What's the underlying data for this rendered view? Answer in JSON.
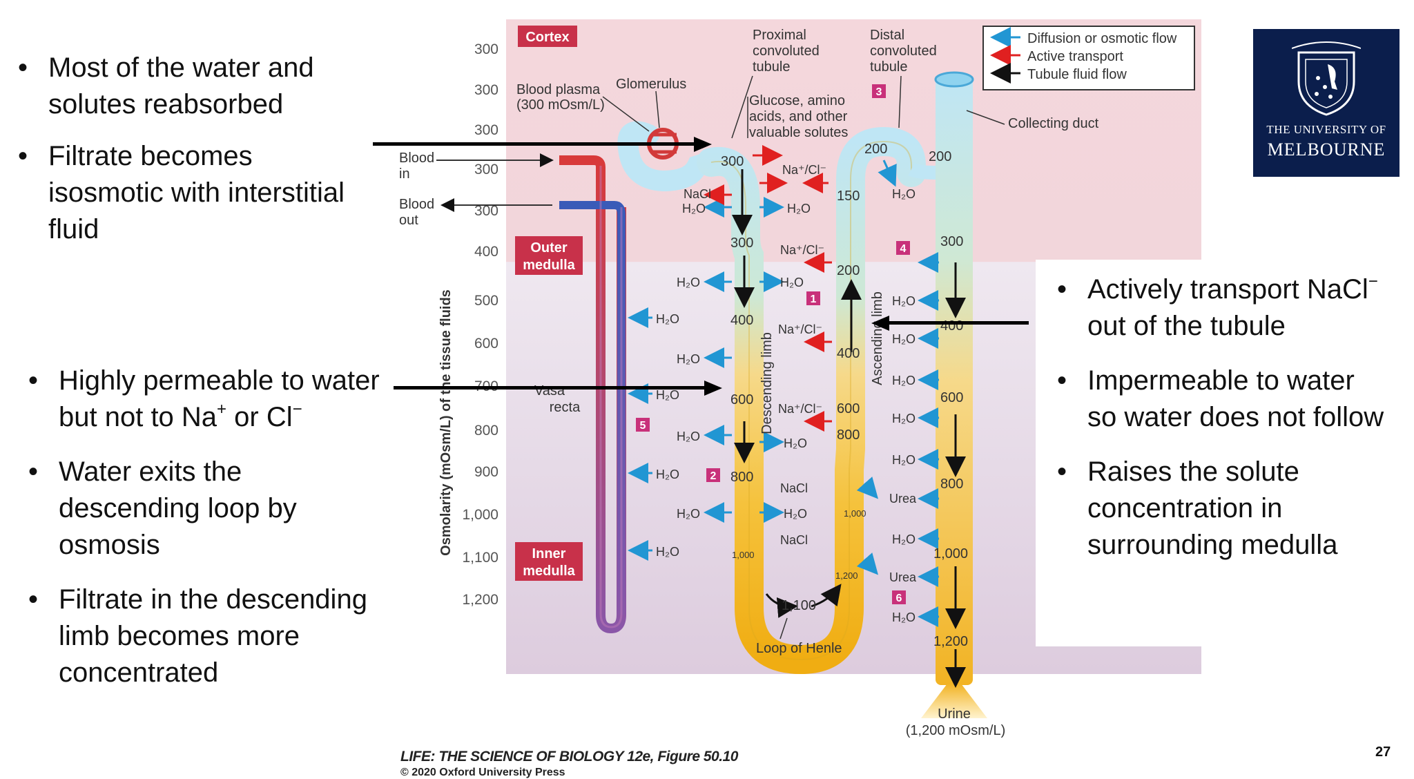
{
  "left_bullets_top": [
    "Most of the water and solutes reabsorbed",
    "Filtrate becomes isosmotic with interstitial fluid"
  ],
  "left_bullets_bottom": [
    "Highly permeable to water but not to Na+ or Cl−",
    "Water exits the descending loop by osmosis",
    "Filtrate in the descending limb becomes more concentrated"
  ],
  "right_bullets": [
    "Actively transport NaCl− out of the tubule",
    "Impermeable to water so water does not follow",
    "Raises the solute concentration in surrounding medulla"
  ],
  "figure": {
    "y_axis_label": "Osmolarity (mOsm/L) of the tissue fluids",
    "y_ticks": [
      "300",
      "300",
      "300",
      "300",
      "300",
      "400",
      "500",
      "600",
      "700",
      "800",
      "900",
      "1,000",
      "1,100",
      "1,200"
    ],
    "zones": {
      "cortex": "Cortex",
      "outer_medulla": "Outer medulla",
      "inner_medulla": "Inner medulla"
    },
    "legend": {
      "diffusion": "Diffusion or osmotic flow",
      "active": "Active transport",
      "tubule": "Tubule fluid flow"
    },
    "labels": {
      "blood_plasma": "Blood plasma (300 mOsm/L)",
      "glomerulus": "Glomerulus",
      "proximal": "Proximal convoluted tubule",
      "distal": "Distal convoluted tubule",
      "glucose": "Glucose, amino acids, and other valuable solutes",
      "collecting_duct": "Collecting duct",
      "blood_in": "Blood in",
      "blood_out": "Blood out",
      "vasa_recta": "Vasa recta",
      "descending": "Descending limb",
      "ascending": "Ascending limb",
      "loop": "Loop of Henle",
      "urine": "Urine (1,200 mOsm/L)"
    },
    "numbers": {
      "prox": "300",
      "desc1": "300",
      "desc2": "400",
      "desc3": "600",
      "desc4": "800",
      "desc5": "1,000",
      "bottom": "1,100",
      "asc1": "1,200",
      "asc2": "1,000",
      "asc3": "800",
      "asc4": "600",
      "asc5": "400",
      "asc6": "200",
      "asc7": "150",
      "distal": "200",
      "cd1": "200",
      "cd2": "300",
      "cd3": "400",
      "cd4": "600",
      "cd5": "800",
      "cd6": "1,000",
      "cd7": "1,200"
    },
    "markers": [
      "1",
      "2",
      "3",
      "4",
      "5",
      "6"
    ],
    "chem": {
      "h2o": "H2O",
      "nacl": "NaCl",
      "naclion": "Na+/Cl−",
      "urea": "Urea"
    }
  },
  "caption_title": "LIFE: THE SCIENCE OF BIOLOGY 12e, Figure 50.10",
  "caption_copyright": "© 2020 Oxford University Press",
  "logo": {
    "line1": "THE UNIVERSITY OF",
    "line2": "MELBOURNE"
  },
  "page_number": "27",
  "colors": {
    "diffusion": "#2196d3",
    "active": "#e02020",
    "cortex": "#f6d4d7",
    "medulla": "#ece4ee",
    "logo_bg": "#0b1e4c"
  }
}
